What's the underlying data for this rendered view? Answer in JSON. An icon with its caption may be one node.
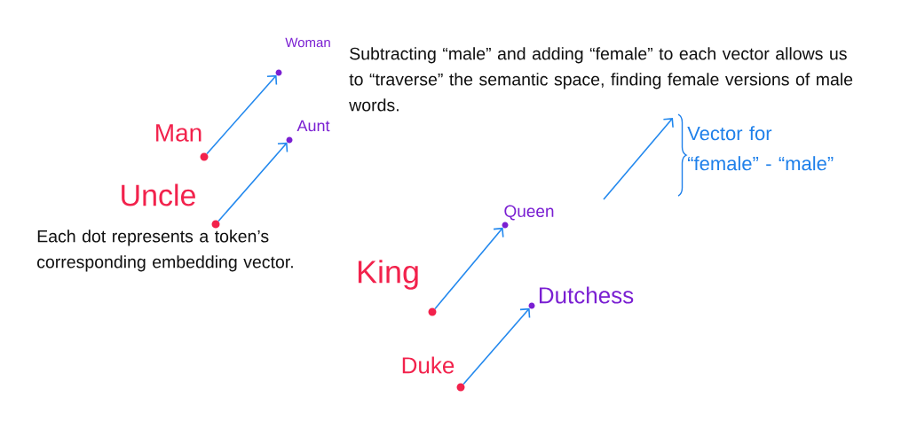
{
  "diagram": {
    "nodes": [
      {
        "text": [],
        "shape": "circle",
        "beside": [
          "Woman"
        ]
      },
      {
        "text": [],
        "shape": "circle",
        "beside": [
          "Man"
        ]
      },
      {
        "text": [],
        "shape": "circle",
        "beside": [
          "Aunt"
        ]
      },
      {
        "text": [],
        "shape": "circle",
        "beside": [
          "Uncle"
        ]
      },
      {
        "text": [],
        "shape": "circle",
        "beside": [
          "Queen"
        ]
      },
      {
        "text": [],
        "shape": "circle",
        "beside": [
          "King"
        ]
      },
      {
        "text": [],
        "shape": "circle",
        "beside": [
          "Dutchess"
        ]
      },
      {
        "text": [],
        "shape": "circle",
        "beside": [
          "Duke"
        ]
      }
    ],
    "edges": [
      {
        "from": 1,
        "to": 0,
        "arrow": "to"
      },
      {
        "from": 3,
        "to": 2,
        "arrow": "to"
      },
      {
        "from": 5,
        "to": 4,
        "arrow": "to"
      },
      {
        "from": 7,
        "to": 6,
        "arrow": "to"
      }
    ],
    "labels": [
      "Subtracting “male” and adding “female” to each vector allows us to “traverse” the semantic space, finding female versions of male words.",
      "Vector for “female” - “male”",
      "Each dot represents a token’s corresponding embedding vector."
    ]
  }
}
